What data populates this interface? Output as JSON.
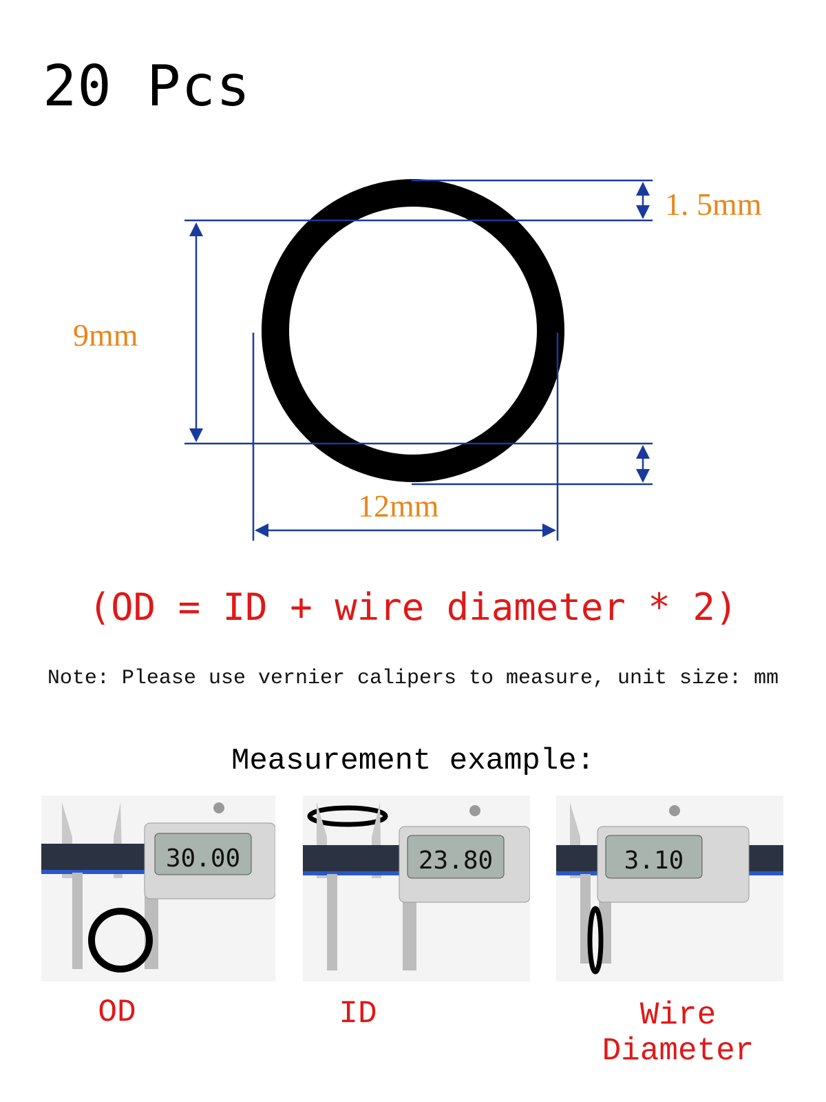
{
  "title": "20 Pcs",
  "dimensions": {
    "wire": "1. 5mm",
    "inner": "9mm",
    "outer": "12mm"
  },
  "formula": "(OD = ID + wire diameter * 2)",
  "note": "Note: Please use vernier calipers to measure, unit size: mm",
  "example_heading": "Measurement example:",
  "examples": [
    {
      "label": "OD",
      "reading": "30.00"
    },
    {
      "label": "ID",
      "reading": "23.80"
    },
    {
      "label": "Wire Diameter",
      "reading": "3.10"
    }
  ],
  "colors": {
    "dimension_text": "#e8861a",
    "dimension_lines": "#1a3a9c",
    "formula_text": "#e01818",
    "ring": "#000000"
  }
}
